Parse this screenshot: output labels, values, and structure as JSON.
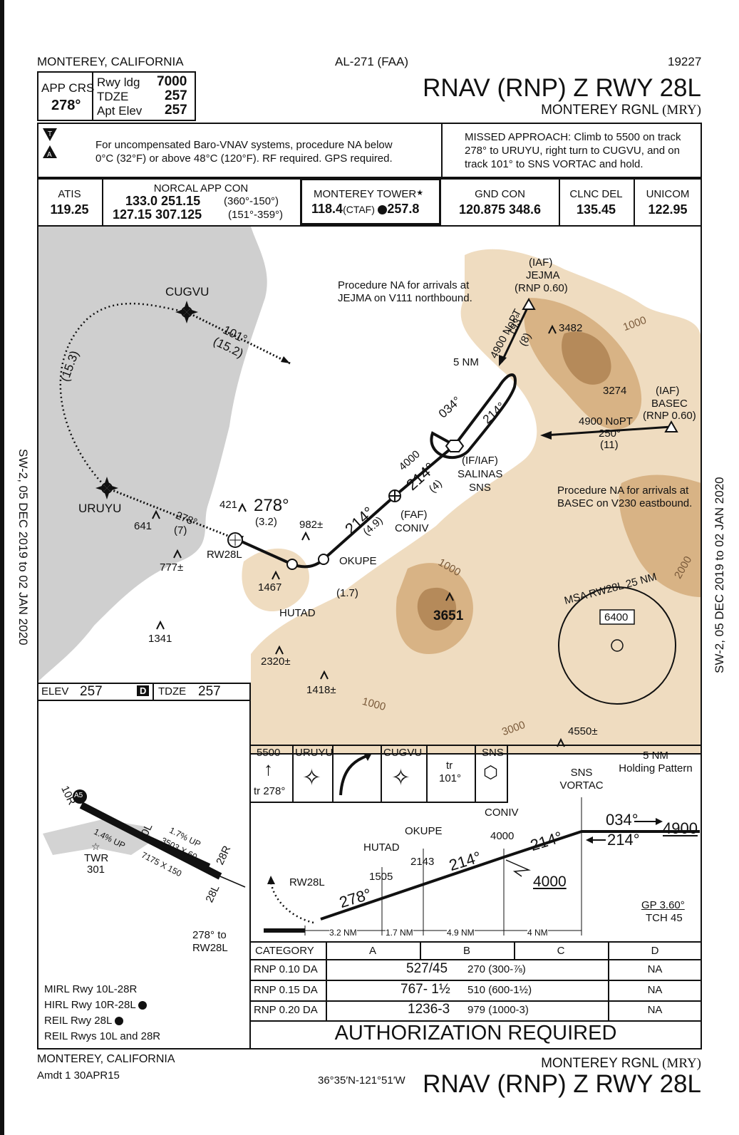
{
  "header": {
    "location": "MONTEREY, CALIFORNIA",
    "chart_id": "AL-271 (FAA)",
    "cycle": "19227",
    "title": "RNAV (RNP) Z RWY 28L",
    "airport": "MONTEREY RGNL",
    "airport_id": "(MRY)"
  },
  "briefing": {
    "app_crs_label": "APP CRS",
    "app_crs": "278°",
    "rwy_ldg_label": "Rwy ldg",
    "rwy_ldg": "7000",
    "tdze_label": "TDZE",
    "tdze": "257",
    "apt_elev_label": "Apt Elev",
    "apt_elev": "257",
    "note_line1": "For uncompensated Baro-VNAV systems, procedure NA below",
    "note_line2": "0°C (32°F) or above 48°C (120°F).  RF required.  GPS required.",
    "missed_line1": "MISSED APPROACH:  Climb to 5500 on track",
    "missed_line2": "278° to URUYU, right turn to CUGVU, and on",
    "missed_line3": "track 101° to SNS VORTAC and hold."
  },
  "comms": {
    "atis_label": "ATIS",
    "atis": "119.25",
    "app_label": "NORCAL APP CON",
    "app_line1_freq": "133.0  251.15",
    "app_line1_sector": "(360°-150°)",
    "app_line2_freq": "127.15  307.125",
    "app_line2_sector": "(151°-359°)",
    "tower_label": "MONTEREY TOWER",
    "tower_star": "★",
    "tower_freq": "118.4",
    "tower_ctaf": "(CTAF)",
    "tower_uhf": "257.8",
    "gnd_label": "GND CON",
    "gnd": "120.875  348.6",
    "clnc_label": "CLNC DEL",
    "clnc": "135.45",
    "unicom_label": "UNICOM",
    "unicom": "122.95"
  },
  "plan_view": {
    "fixes": {
      "cugvu": "CUGVU",
      "uruyu": "URUYU",
      "rw28l": "RW28L",
      "hutad": "HUTAD",
      "okupe": "OKUPE",
      "coniv": "CONIV",
      "coniv_role": "(FAF)",
      "salinas": "SALINAS",
      "sns": "SNS",
      "sns_role": "(IF/IAF)",
      "jejma": "JEJMA",
      "jejma_role": "(IAF)",
      "jejma_rnp": "(RNP 0.60)",
      "basec": "BASEC",
      "basec_role": "(IAF)",
      "basec_rnp": "(RNP 0.60)"
    },
    "legs": {
      "missed_arc_dist": "(15.3)",
      "cugvu_course": "101°",
      "cugvu_dist": "(15.2)",
      "uruyu_course": "278°",
      "uruyu_dist": "(7)",
      "final_course": "278°",
      "final_dist": "(3.2)",
      "okupe_dist": "(1.7)",
      "coniv_course": "214°",
      "coniv_dist": "(4.9)",
      "sns_alt": "4000",
      "sns_course": "214°",
      "sns_dist": "(4)",
      "hold_out": "034°",
      "hold_in": "214°",
      "hold_len": "5 NM",
      "jejma_leg": "4900 NoPT",
      "jejma_course": "193°",
      "jejma_dist": "(8)",
      "basec_leg": "4900 NoPT",
      "basec_course": "250°",
      "basec_dist": "(11)"
    },
    "notes": {
      "jejma_note_line1": "Procedure NA for arrivals at",
      "jejma_note_line2": "JEJMA on V111 northbound.",
      "basec_note_line1": "Procedure NA for arrivals at",
      "basec_note_line2": "BASEC on V230 eastbound."
    },
    "spot_elevations": [
      "3482",
      "3274",
      "421",
      "641",
      "777±",
      "982±",
      "1467",
      "1341",
      "2320±",
      "1418±",
      "3651",
      "4550±"
    ],
    "contours": [
      "1000",
      "1000",
      "1000",
      "2000",
      "3000"
    ],
    "msa_label": "MSA RW28L 25 NM",
    "msa_alt": "6400"
  },
  "airport_diagram": {
    "elev_label": "ELEV",
    "elev": "257",
    "d_symbol": "D",
    "tdze_label": "TDZE",
    "tdze": "257",
    "rwy_10r": "10R",
    "rwy_10l": "10L",
    "rwy_28r": "28R",
    "rwy_28l": "28L",
    "grade1": "1.7% UP",
    "dim1": "3503 X 60",
    "grade2": "1.4% UP",
    "dim2": "7175 X 150",
    "twr_label": "TWR",
    "twr_elev": "301",
    "a5": "A5",
    "app_to_line1": "278° to",
    "app_to_line2": "RW28L",
    "lighting": [
      "MIRL Rwy 10L-28R",
      "HIRL Rwy 10R-28L",
      "REIL Rwy 28L",
      "REIL Rwys 10L and 28R"
    ]
  },
  "missed_icons": {
    "alt": "5500",
    "alt_track": "tr 278°",
    "fix1": "URUYU",
    "fix2": "CUGVU",
    "track_label": "tr",
    "track": "101°",
    "fix3": "SNS"
  },
  "profile": {
    "holding_line1": "5 NM",
    "holding_line2": "Holding Pattern",
    "sns_vortac_line1": "SNS",
    "sns_vortac_line2": "VORTAC",
    "course_out": "034°",
    "course_in": "214°",
    "alt_4900": "4900",
    "coniv": "CONIV",
    "coniv_alt": "4000",
    "okupe": "OKUPE",
    "okupe_alt": "2143",
    "hutad": "HUTAD",
    "hutad_alt": "1505",
    "rw28l": "RW28L",
    "seg_course1": "214°",
    "seg_course2": "214°",
    "final_course": "278°",
    "min_alt": "4000",
    "gp": "GP 3.60°",
    "tch": "TCH 45",
    "dist1": "3.2 NM",
    "dist2": "1.7 NM",
    "dist3": "4.9 NM",
    "dist4": "4 NM"
  },
  "minimums": {
    "headers": [
      "CATEGORY",
      "A",
      "B",
      "C",
      "D"
    ],
    "rows": [
      {
        "cat": "RNP 0.10 DA",
        "abc": "527/45",
        "abc_detail": "270 (300-⅞)",
        "d": "NA"
      },
      {
        "cat": "RNP 0.15 DA",
        "abc": "767- 1½",
        "abc_detail": "510 (600-1½)",
        "d": "NA"
      },
      {
        "cat": "RNP 0.20 DA",
        "abc": "1236-3",
        "abc_detail": "979 (1000-3)",
        "d": "NA"
      }
    ],
    "authorization": "AUTHORIZATION REQUIRED"
  },
  "footer": {
    "location": "MONTEREY, CALIFORNIA",
    "amendment": "Amdt 1  30APR15",
    "coords": "36°35′N-121°51′W",
    "airport": "MONTEREY RGNL",
    "airport_id": "(MRY)",
    "title": "RNAV (RNP) Z RWY 28L"
  },
  "margins": {
    "left": "SW-2,  05 DEC 2019  to  02 JAN 2020",
    "right": "SW-2,  05 DEC 2019  to  02 JAN 2020"
  },
  "colors": {
    "water": "#cfcfcf",
    "terrain_low": "#efdcc0",
    "terrain_mid": "#d8b385",
    "terrain_high": "#b58a5a",
    "ink": "#111111"
  }
}
